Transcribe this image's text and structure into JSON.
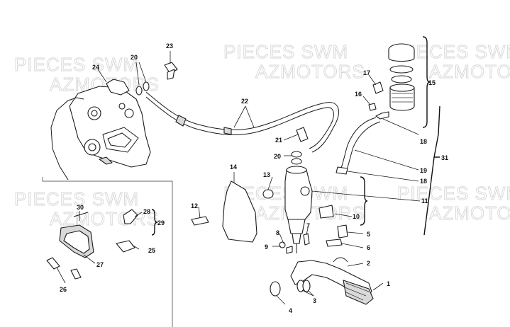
{
  "watermark": {
    "line1": "PIECES SWM",
    "line2": "AZMOTORS"
  },
  "callouts": {
    "c1": "1",
    "c2": "2",
    "c3": "3",
    "c4": "4",
    "c5": "5",
    "c6": "6",
    "c7": "7",
    "c8": "8",
    "c9": "9",
    "c10": "10",
    "c11": "11",
    "c12": "12",
    "c13": "13",
    "c14": "14",
    "c15": "15",
    "c16": "16",
    "c17": "17",
    "c18a": "18",
    "c18b": "18",
    "c19": "19",
    "c20a": "20",
    "c20b": "20",
    "c21": "21",
    "c22": "22",
    "c23": "23",
    "c24": "24",
    "c25": "25",
    "c26": "26",
    "c27": "27",
    "c28": "28",
    "c29": "29",
    "c30": "30",
    "c31": "31"
  }
}
